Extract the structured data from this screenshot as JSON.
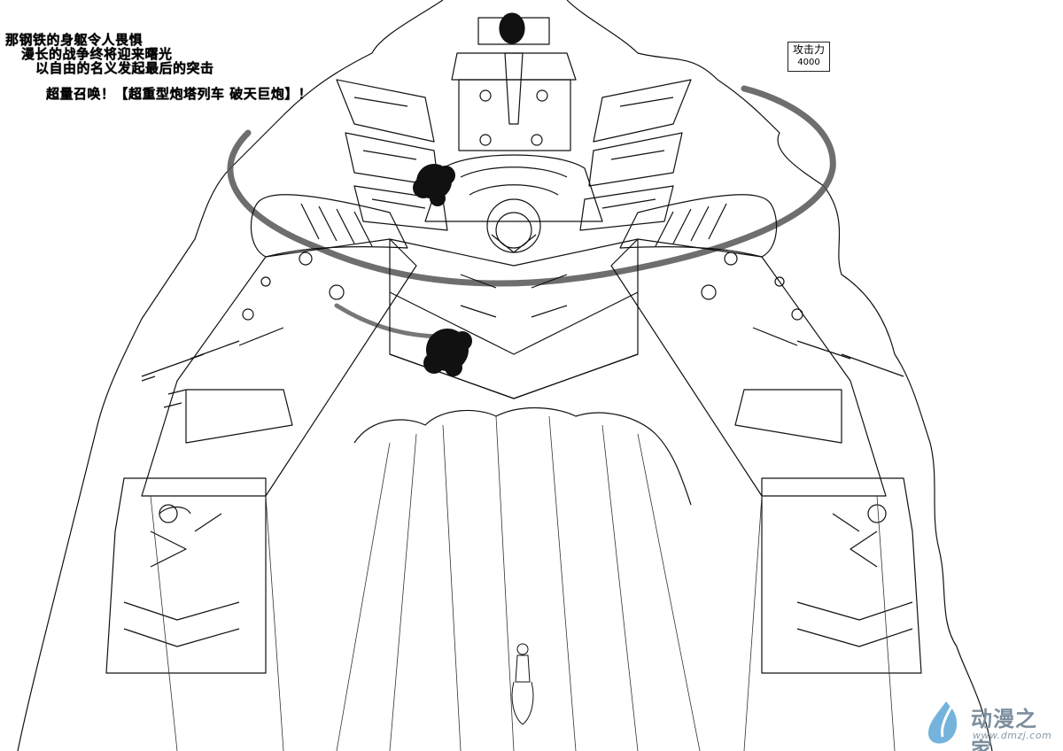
{
  "captions": {
    "line1": "那钢铁的身躯令人畏惧",
    "line2": "漫长的战争终将迎来曙光",
    "line3": "以自由的名义发起最后的突击",
    "summon": "超量召唤！【超重型炮塔列车 破天巨炮】！"
  },
  "attack": {
    "label": "攻击力",
    "value": "4000"
  },
  "watermark": {
    "name": "动漫之家",
    "url": "www.dmzj.com"
  },
  "colors": {
    "ink": "#000000",
    "paper": "#ffffff",
    "watermark": "#7d8f9e"
  }
}
